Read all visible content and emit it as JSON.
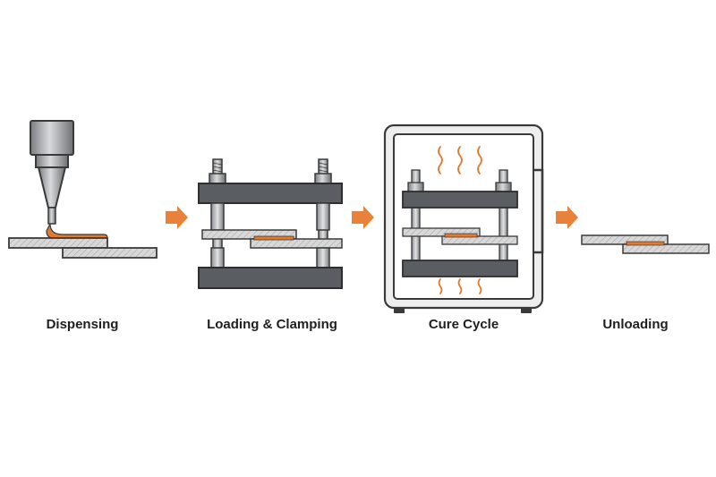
{
  "steps": [
    {
      "id": "dispensing",
      "label": "Dispensing"
    },
    {
      "id": "loading",
      "label": "Loading & Clamping"
    },
    {
      "id": "cure",
      "label": "Cure Cycle"
    },
    {
      "id": "unloading",
      "label": "Unloading"
    }
  ],
  "colors": {
    "adhesive": "#e07a2e",
    "arrow": "#e8823a",
    "plate": "#5a5d61",
    "substrate": "#d4d4d4",
    "outline": "#3a3a3a",
    "heat": "#e07a2e"
  },
  "icons": [
    "dispenser-nozzle-icon",
    "clamp-press-icon",
    "oven-icon",
    "heat-wave-icon",
    "flow-arrow-icon"
  ]
}
